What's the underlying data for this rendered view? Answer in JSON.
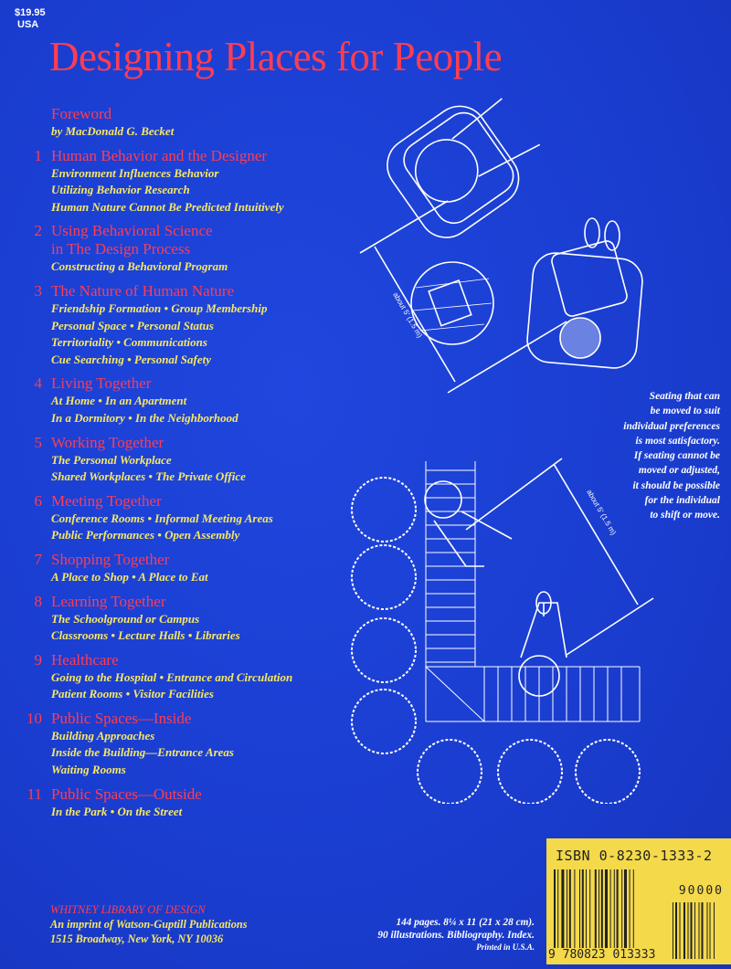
{
  "price": {
    "amount": "$19.95",
    "country": "USA"
  },
  "title": "Designing Places for People",
  "toc": [
    {
      "num": "",
      "title": "Foreword",
      "items": [
        "by MacDonald G. Becket"
      ]
    },
    {
      "num": "1",
      "title": "Human Behavior and the Designer",
      "items": [
        "Environment Influences Behavior",
        "Utilizing Behavior Research",
        "Human Nature Cannot Be Predicted Intuitively"
      ]
    },
    {
      "num": "2",
      "title": "Using Behavioral Science in The Design Process",
      "title_lines": [
        "Using Behavioral Science",
        "in The Design Process"
      ],
      "items": [
        "Constructing a Behavioral Program"
      ]
    },
    {
      "num": "3",
      "title": "The Nature of Human Nature",
      "items": [
        "Friendship Formation • Group Membership",
        "Personal Space • Personal Status",
        "Territoriality • Communications",
        "Cue Searching • Personal Safety"
      ]
    },
    {
      "num": "4",
      "title": "Living Together",
      "items": [
        "At Home • In an Apartment",
        "In a Dormitory • In the Neighborhood"
      ]
    },
    {
      "num": "5",
      "title": "Working Together",
      "items": [
        "The Personal Workplace",
        "Shared Workplaces • The Private Office"
      ]
    },
    {
      "num": "6",
      "title": "Meeting Together",
      "items": [
        "Conference Rooms • Informal Meeting Areas",
        "Public Performances • Open Assembly"
      ]
    },
    {
      "num": "7",
      "title": "Shopping Together",
      "items": [
        "A Place to Shop • A Place to Eat"
      ]
    },
    {
      "num": "8",
      "title": "Learning Together",
      "items": [
        "The Schoolground or Campus",
        "Classrooms • Lecture Halls • Libraries"
      ]
    },
    {
      "num": "9",
      "title": "Healthcare",
      "items": [
        "Going to the Hospital • Entrance and Circulation",
        "Patient Rooms • Visitor Facilities"
      ]
    },
    {
      "num": "10",
      "title": "Public Spaces—Inside",
      "items": [
        "Building Approaches",
        "Inside the Building—Entrance Areas",
        "Waiting Rooms"
      ]
    },
    {
      "num": "11",
      "title": "Public Spaces—Outside",
      "items": [
        "In the Park • On the Street"
      ]
    }
  ],
  "illustration": {
    "dimension_label_1": "about 5' (1.5 m)",
    "dimension_label_2": "about 5' (1.5 m)"
  },
  "caption": [
    "Seating that can",
    "be moved to suit",
    "individual preferences",
    "is most satisfactory.",
    "If seating cannot be",
    "moved or adjusted,",
    "it should be possible",
    "for the individual",
    "to shift or move."
  ],
  "publisher": {
    "imprint": "WHITNEY LIBRARY OF DESIGN",
    "line1": "An imprint of Watson-Guptill Publications",
    "line2": "1515 Broadway, New York, NY 10036"
  },
  "specs": {
    "line1": "144 pages. 8¼ x 11 (21 x 28 cm).",
    "line2": "90 illustrations. Bibliography. Index.",
    "line3": "Printed in U.S.A."
  },
  "barcode": {
    "isbn": "ISBN 0-8230-1333-2",
    "addon": "90000",
    "ean": "9 780823 013333"
  },
  "colors": {
    "background": "#1b3fd3",
    "title": "#ff3d52",
    "subtitle": "#f7e862",
    "barcode_label": "#f4d94b"
  }
}
